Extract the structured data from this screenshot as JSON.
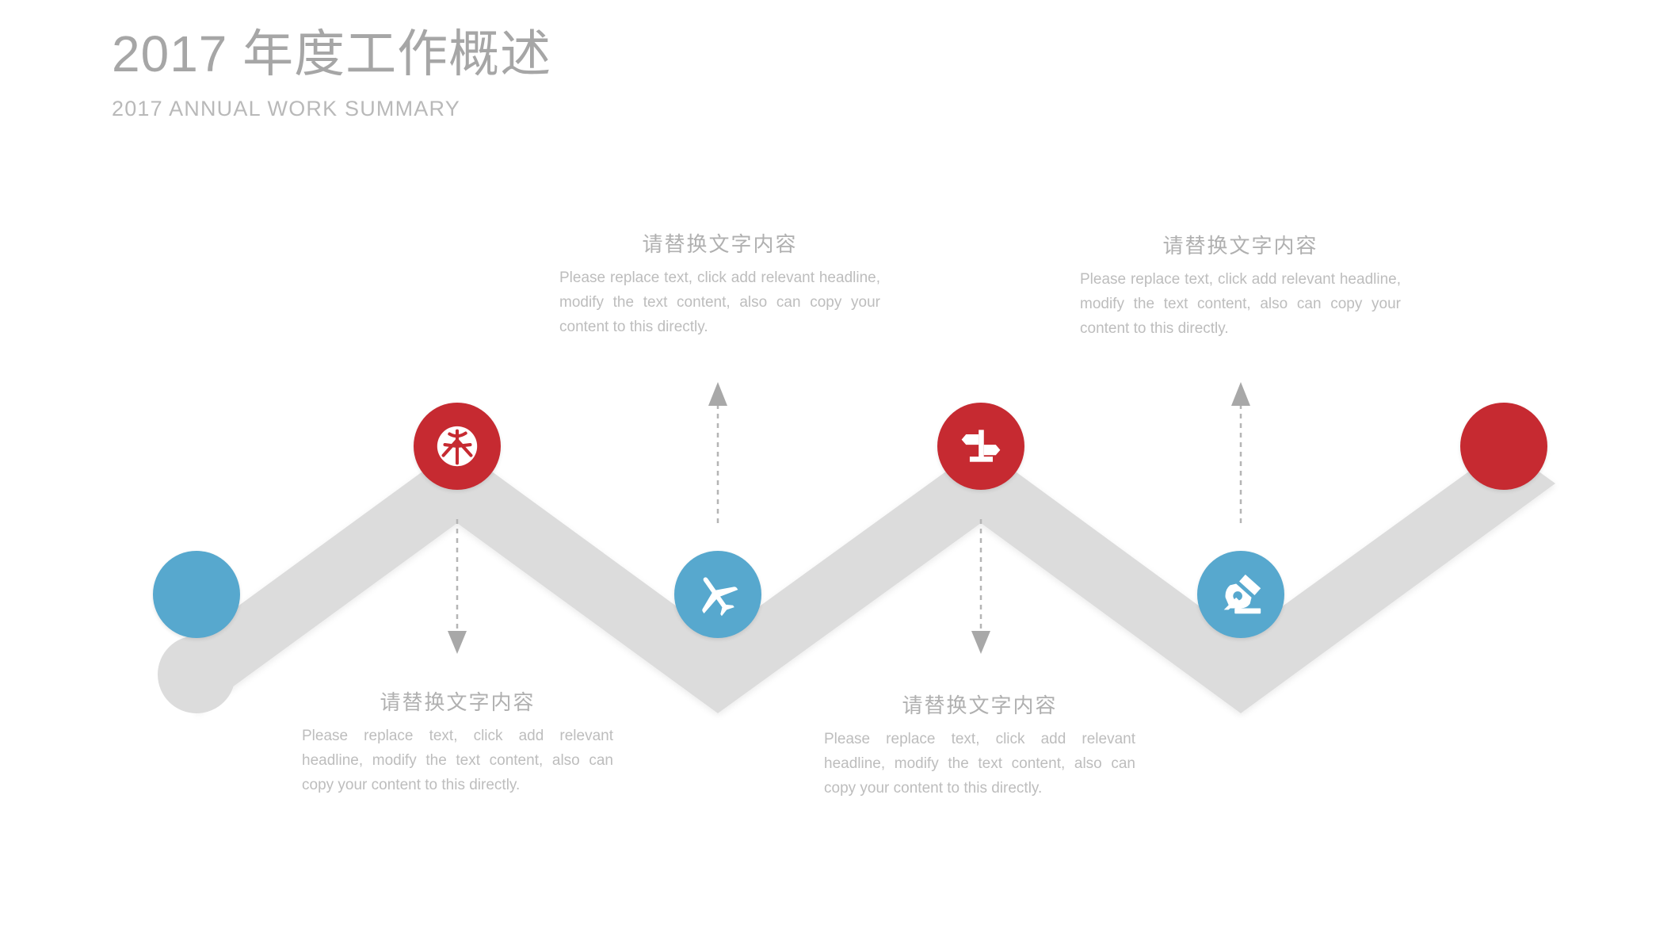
{
  "header": {
    "title": "2017 年度工作概述",
    "subtitle": "2017 ANNUAL WORK SUMMARY"
  },
  "colors": {
    "red": "#c62a31",
    "blue": "#57a8ce",
    "ribbon_grey": "#dcdcdc",
    "title_grey": "#a6a6a6",
    "body_grey": "#bdbdbd",
    "arrow_grey": "#aaaaaa"
  },
  "diagram": {
    "type": "zigzag-timeline",
    "nodes": [
      {
        "id": "node-1",
        "icon": "circle-plain-icon",
        "color": "blue",
        "position": "valley",
        "label": ""
      },
      {
        "id": "node-2",
        "icon": "basketball-icon",
        "color": "red",
        "position": "peak",
        "label": ""
      },
      {
        "id": "node-3",
        "icon": "airplane-icon",
        "color": "blue",
        "position": "valley",
        "label": ""
      },
      {
        "id": "node-4",
        "icon": "signpost-icon",
        "color": "red",
        "position": "peak",
        "label": ""
      },
      {
        "id": "node-5",
        "icon": "pen-nib-icon",
        "color": "blue",
        "position": "valley",
        "label": ""
      },
      {
        "id": "node-6",
        "icon": "circle-plain-icon",
        "color": "red",
        "position": "peak",
        "label": ""
      }
    ],
    "connectors": [
      {
        "id": "connector-1",
        "direction": "down",
        "from": "node-2",
        "to": "callout-bottom-left"
      },
      {
        "id": "connector-2",
        "direction": "up",
        "from": "node-3",
        "to": "callout-top-left"
      },
      {
        "id": "connector-3",
        "direction": "down",
        "from": "node-4",
        "to": "callout-bottom-right"
      },
      {
        "id": "connector-4",
        "direction": "up",
        "from": "node-5",
        "to": "callout-top-right"
      }
    ]
  },
  "callouts": {
    "top_left": {
      "title": "请替换文字内容",
      "body": "Please replace text, click add relevant headline, modify the text content, also can copy your content to this directly."
    },
    "top_right": {
      "title": "请替换文字内容",
      "body": "Please replace text, click add relevant headline, modify the text content, also can copy your content to this directly."
    },
    "bottom_left": {
      "title": "请替换文字内容",
      "body": "Please replace text, click add relevant headline, modify the text content, also can copy your content to this directly."
    },
    "bottom_right": {
      "title": "请替换文字内容",
      "body": "Please replace text, click add relevant headline, modify the text content, also can copy your content to this directly."
    }
  }
}
